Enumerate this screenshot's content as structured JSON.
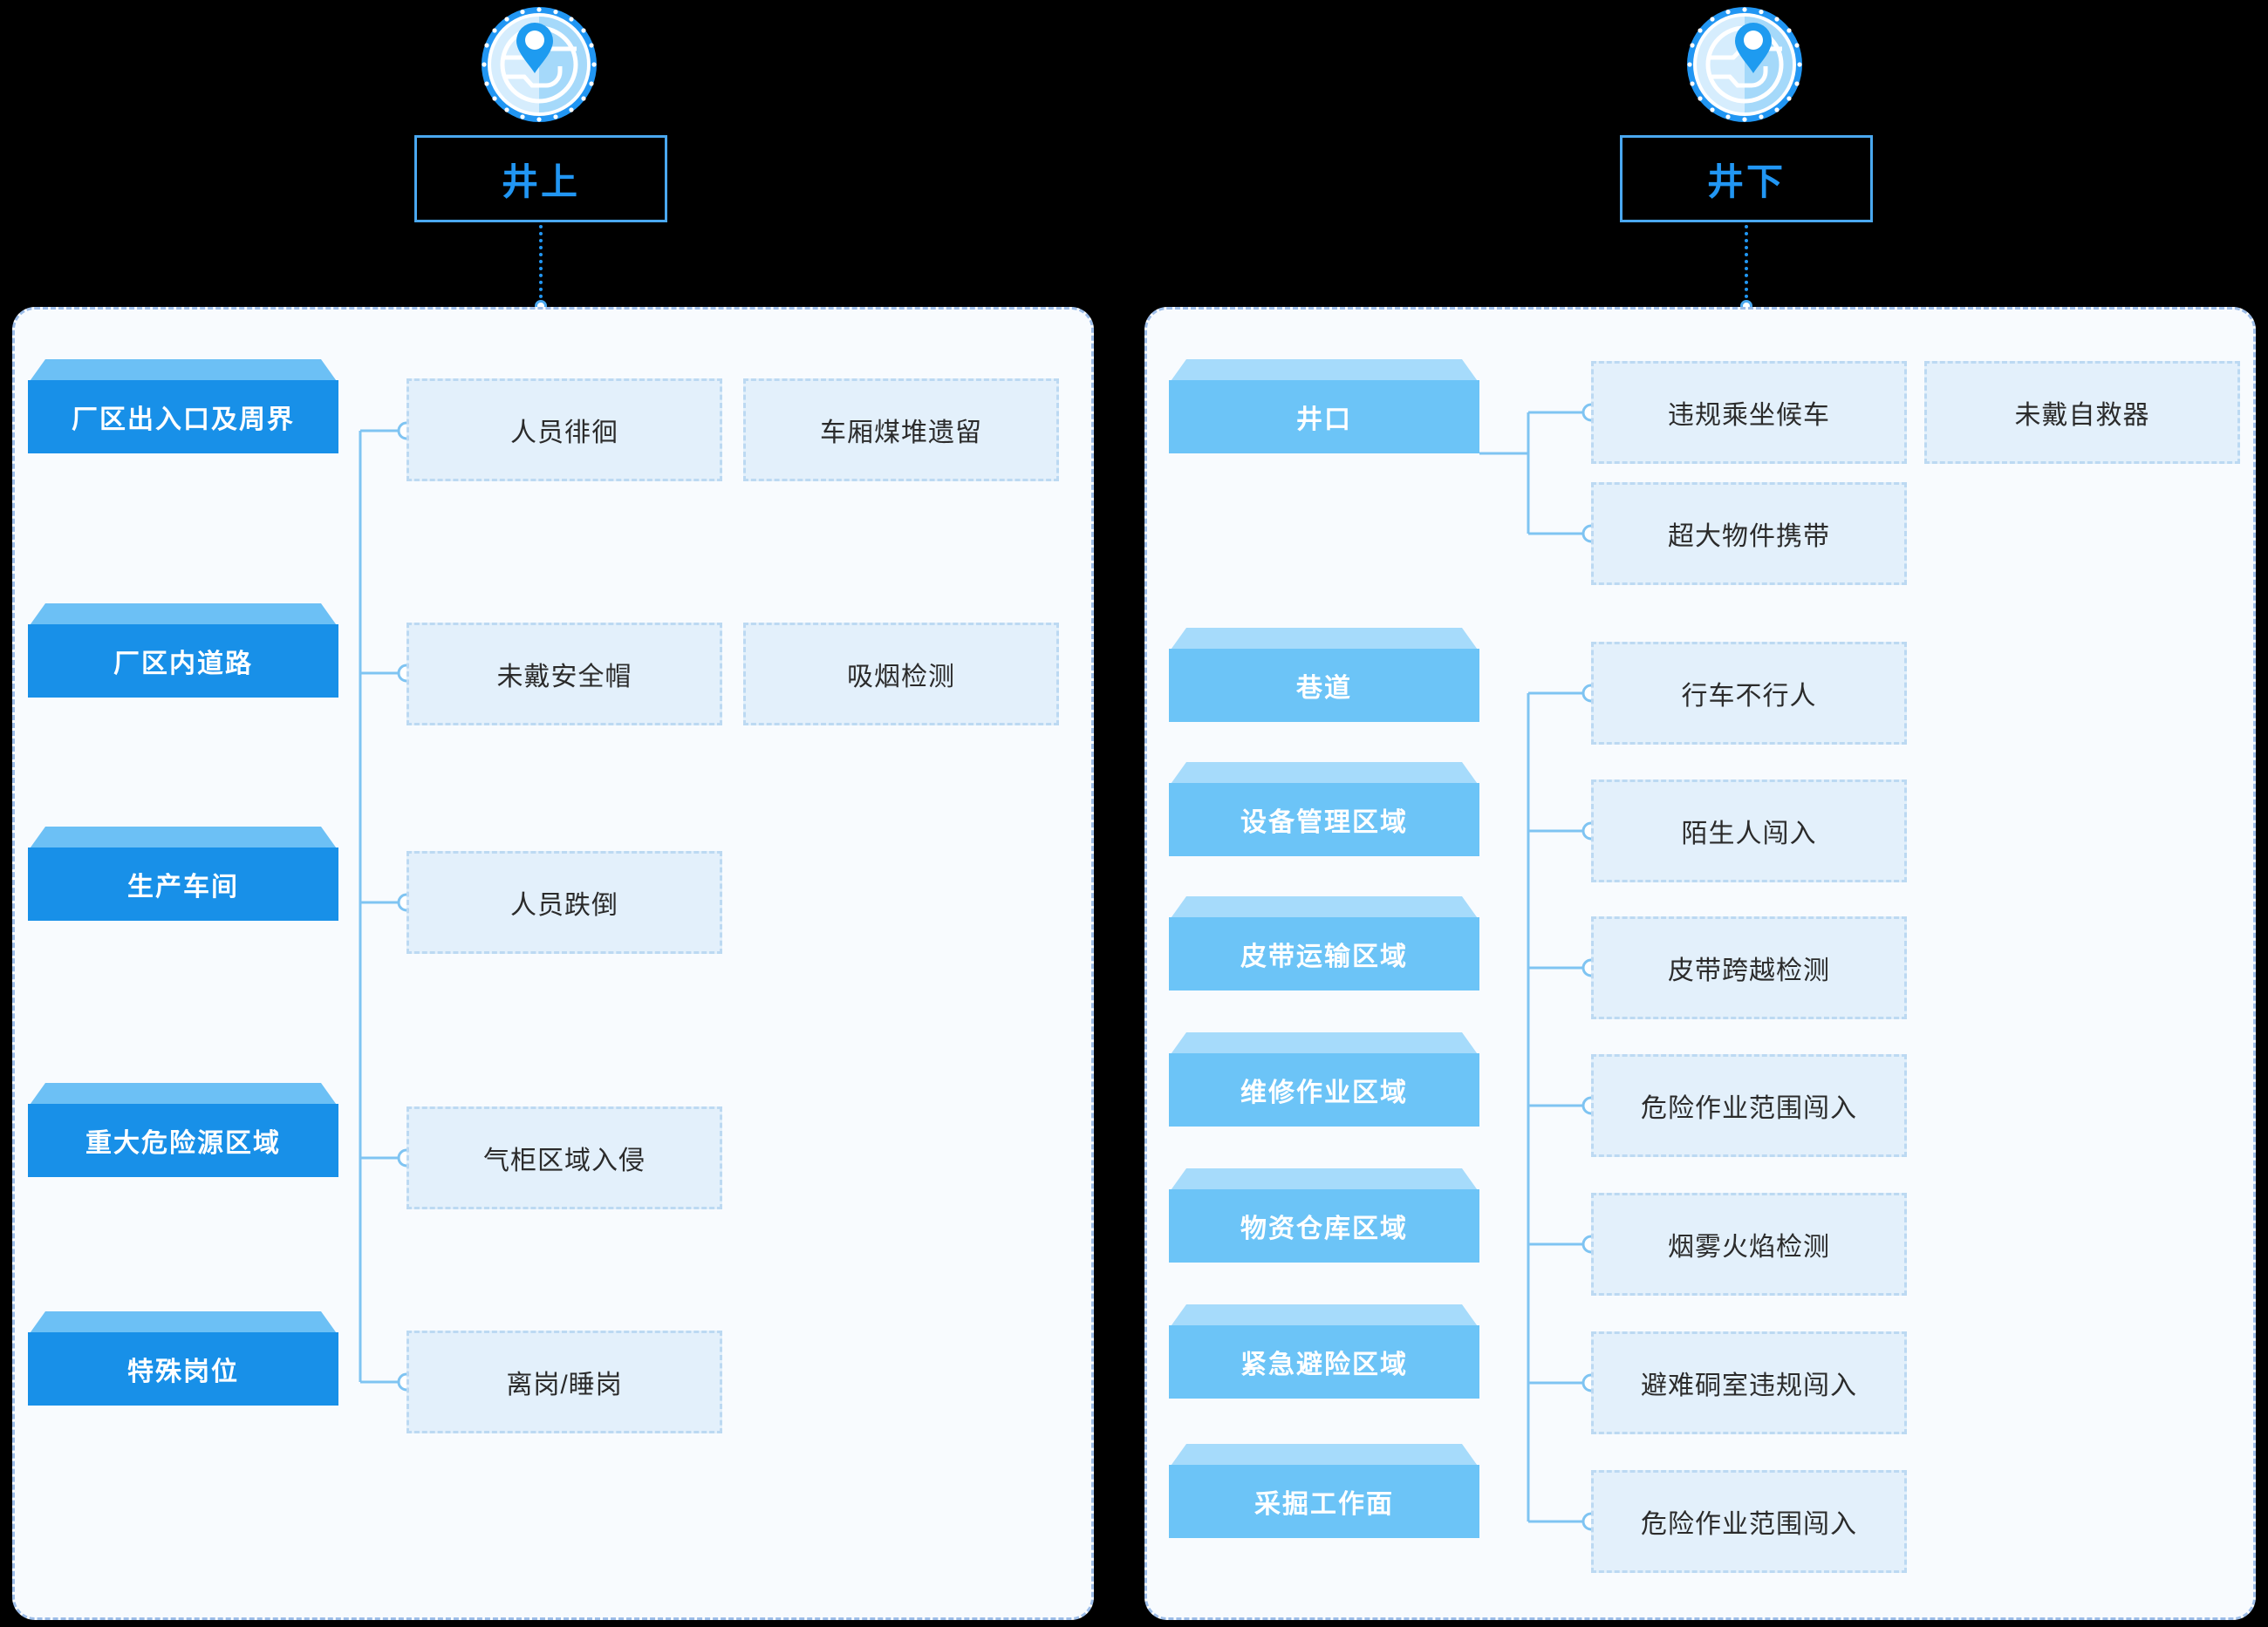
{
  "panels": [
    {
      "id": "above-ground",
      "title": "井上",
      "icon": "map-pin-globe-icon",
      "regions": [
        {
          "label": "厂区出入口及周界",
          "items": [
            "人员徘徊",
            "车厢煤堆遗留"
          ]
        },
        {
          "label": "厂区内道路",
          "items": [
            "未戴安全帽",
            "吸烟检测"
          ]
        },
        {
          "label": "生产车间",
          "items": [
            "人员跌倒"
          ]
        },
        {
          "label": "重大危险源区域",
          "items": [
            "气柜区域入侵"
          ]
        },
        {
          "label": "特殊岗位",
          "items": [
            "离岗/睡岗"
          ]
        }
      ]
    },
    {
      "id": "under-ground",
      "title": "井下",
      "icon": "map-pin-globe-icon",
      "regions": [
        {
          "label": "井口",
          "items": [
            "违规乘坐候车",
            "未戴自救器",
            "超大物件携带"
          ]
        },
        {
          "label": "巷道",
          "items": [
            "行车不行人"
          ]
        },
        {
          "label": "设备管理区域",
          "items": [
            "陌生人闯入"
          ]
        },
        {
          "label": "皮带运输区域",
          "items": [
            "皮带跨越检测"
          ]
        },
        {
          "label": "维修作业区域",
          "items": [
            "危险作业范围闯入"
          ]
        },
        {
          "label": "物资仓库区域",
          "items": [
            "烟雾火焰检测"
          ]
        },
        {
          "label": "紧急避险区域",
          "items": [
            "避难硐室违规闯入"
          ]
        },
        {
          "label": "采掘工作面",
          "items": [
            "危险作业范围闯入"
          ]
        }
      ]
    }
  ],
  "colors": {
    "accent": "#2196f3",
    "cube_left_face": "#1890e8",
    "cube_left_top": "#6cc0f5",
    "cube_right_face": "#6cc4f7",
    "cube_right_top": "#a6dbfb",
    "item_fill": "#e3f0fb",
    "item_border": "#bcd9f2",
    "panel_border": "#9dbde8",
    "panel_fill": "#f8fbfe",
    "connector": "#7fc4f2",
    "background": "#000000"
  }
}
